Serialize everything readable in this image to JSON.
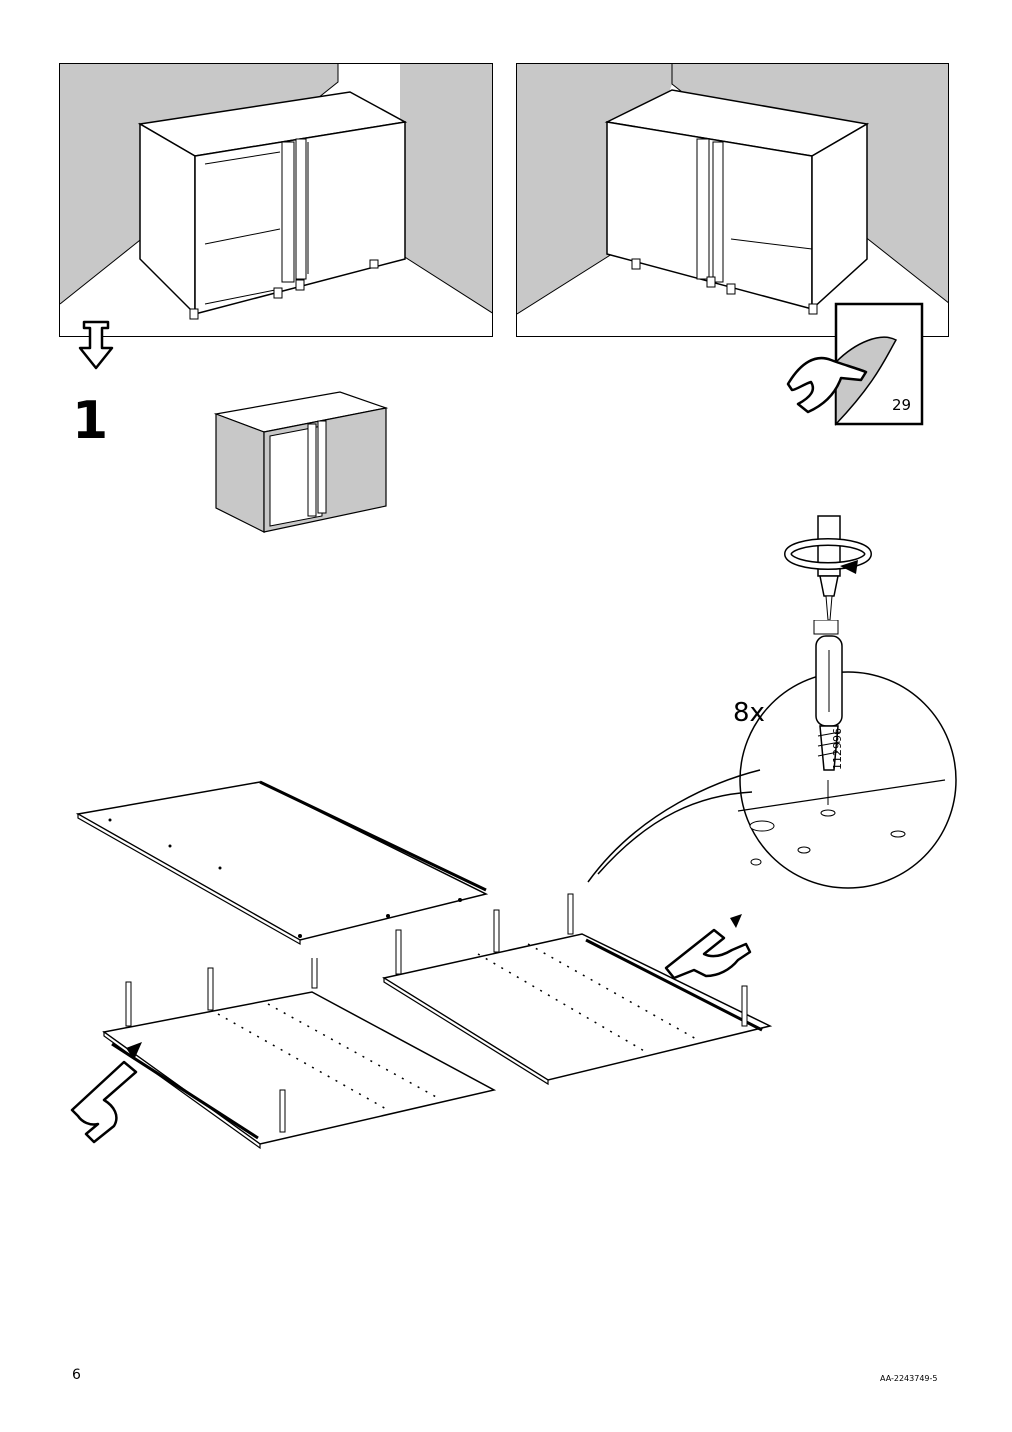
{
  "page": {
    "step_number": "1",
    "page_number": "6",
    "document_code": "AA-2243749-5"
  },
  "callout": {
    "quantity_label": "8x",
    "part_number": "112996"
  },
  "reference": {
    "page_number": "29"
  },
  "icons": [
    "down-arrow-icon",
    "hand-peel-sticker-icon",
    "rotation-arrow-icon",
    "screwdriver-icon",
    "pointing-hand-icon"
  ],
  "colors": {
    "line": "#000000",
    "wall_shade": "#c8c8c8",
    "paper": "#ffffff"
  }
}
